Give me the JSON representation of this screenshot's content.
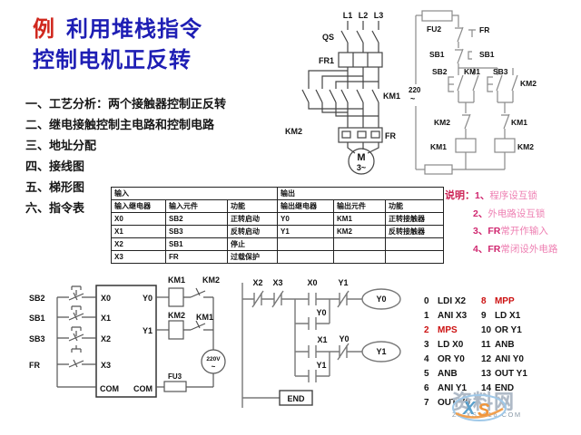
{
  "title": {
    "tag": "例",
    "rest": "利用堆栈指令",
    "line2": "控制电机正反转"
  },
  "outline": {
    "items": [
      "一、工艺分析：两个接触器控制正反转",
      "二、继电接触控制主电路和控制电路",
      "三、地址分配",
      "四、接线图",
      "五、梯形图",
      "六、指令表"
    ]
  },
  "main_circuit": {
    "labels": {
      "l1": "L1",
      "l2": "L2",
      "l3": "L3",
      "qs": "QS",
      "fr1": "FR1",
      "km1": "KM1",
      "km2": "KM2",
      "fr": "FR",
      "m": "M",
      "phase": "3~"
    }
  },
  "control_circuit": {
    "labels": {
      "fu2": "FU2",
      "fr": "FR",
      "sb1_l": "SB1",
      "sb1_r": "SB1",
      "sb2": "SB2",
      "km1_no": "KM1",
      "sb3": "SB3",
      "km2_no": "KM2",
      "v220": "220",
      "tilde": "~",
      "km2_nc": "KM2",
      "km1_nc": "KM1",
      "km1_coil": "KM1",
      "km2_coil": "KM2"
    }
  },
  "io_table": {
    "group_headers": [
      "输入",
      "输出"
    ],
    "col_headers": [
      "输入继电器",
      "输入元件",
      "功能",
      "输出继电器",
      "输出元件",
      "功能"
    ],
    "rows": [
      [
        "X0",
        "SB2",
        "正转启动",
        "Y0",
        "KM1",
        "正转接触器"
      ],
      [
        "X1",
        "SB3",
        "反转启动",
        "Y1",
        "KM2",
        "反转接触器"
      ],
      [
        "X2",
        "SB1",
        "停止",
        "",
        "",
        ""
      ],
      [
        "X3",
        "FR",
        "过载保护",
        "",
        "",
        ""
      ]
    ]
  },
  "notes": {
    "label": "说明：",
    "items": [
      {
        "num": "1、",
        "strong": "",
        "text": "程序设互锁"
      },
      {
        "num": "2、",
        "strong": "",
        "text": "外电路设互锁"
      },
      {
        "num": "3、",
        "strong": "FR",
        "text": "常开作输入"
      },
      {
        "num": "4、",
        "strong": "FR",
        "text": "常闭设外电路"
      }
    ]
  },
  "wiring": {
    "labels": {
      "sb2": "SB2",
      "sb1": "SB1",
      "sb3": "SB3",
      "fr": "FR",
      "x0": "X0",
      "x1": "X1",
      "x2": "X2",
      "x3": "X3",
      "com_l": "COM",
      "com_r": "COM",
      "y0": "Y0",
      "y1": "Y1",
      "km1_coil": "KM1",
      "km2_nc": "KM2",
      "km2_coil": "KM2",
      "km1_nc": "KM1",
      "v220": "220V",
      "tilde": "~",
      "fu3": "FU3"
    }
  },
  "ladder": {
    "labels": {
      "x2": "X2",
      "x3": "X3",
      "x0": "X0",
      "y0_par": "Y0",
      "y1_nc": "Y1",
      "y0_coil": "Y0",
      "x1": "X1",
      "y1_par": "Y1",
      "y0_nc": "Y0",
      "y1_coil": "Y1",
      "end": "END"
    }
  },
  "instructions": {
    "left": [
      {
        "n": "0",
        "t": "LDI X2"
      },
      {
        "n": "1",
        "t": "ANI X3"
      },
      {
        "n": "2",
        "t": "MPS"
      },
      {
        "n": "3",
        "t": "LD X0"
      },
      {
        "n": "4",
        "t": "OR Y0"
      },
      {
        "n": "5",
        "t": "ANB"
      },
      {
        "n": "6",
        "t": "ANI Y1"
      },
      {
        "n": "7",
        "t": "OUT Y0"
      }
    ],
    "right": [
      {
        "n": "8",
        "t": "MPP"
      },
      {
        "n": "9",
        "t": "LD X1"
      },
      {
        "n": "10",
        "t": "OR Y1"
      },
      {
        "n": "11",
        "t": "ANB"
      },
      {
        "n": "12",
        "t": "ANI Y0"
      },
      {
        "n": "13",
        "t": "OUT Y1"
      },
      {
        "n": "14",
        "t": "END"
      }
    ]
  },
  "watermark": {
    "x": "X",
    "s": "S",
    "name": "资料网",
    "url": "ZL.XS1616.COM"
  },
  "colors": {
    "title_red": "#d0281e",
    "title_blue": "#1e1eb4",
    "note_red": "#cc2255",
    "note_pink": "#ee7fb2",
    "instruction_red": "#cc1111",
    "watermark_blue": "#8fc0e0",
    "watermark_orange": "#f0953a"
  }
}
